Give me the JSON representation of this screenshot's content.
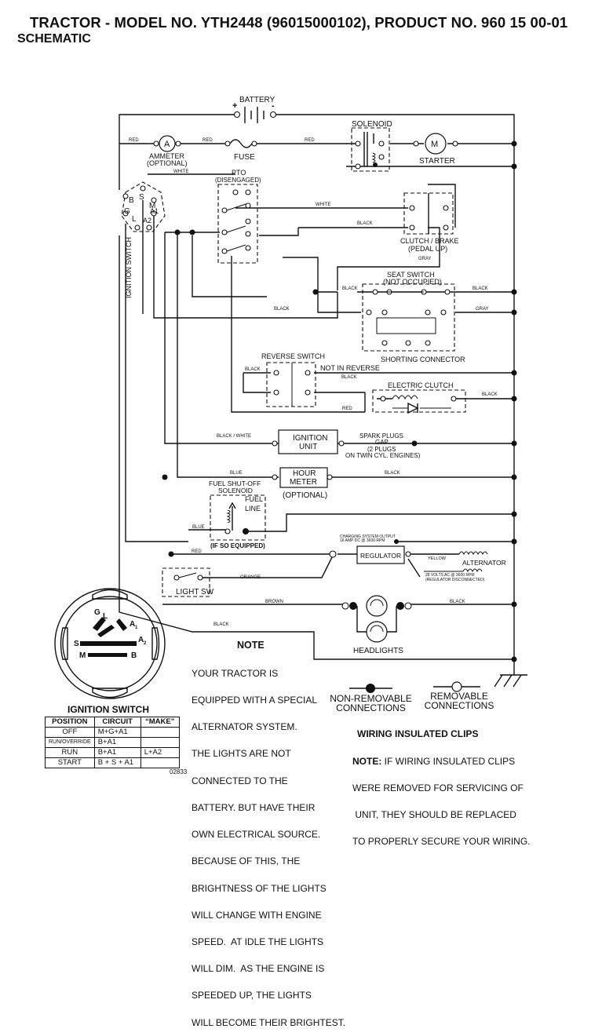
{
  "header": {
    "title": "TRACTOR - MODEL NO. YTH2448 (96015000102), PRODUCT NO. 960 15 00-01",
    "subtitle": "SCHEMATIC"
  },
  "labels": {
    "battery": "BATTERY",
    "plus": "+",
    "minus": "-",
    "solenoid": "SOLENOID",
    "starter": "STARTER",
    "motor": "M",
    "ammeter_symbol": "A",
    "ammeter": "AMMETER",
    "ammeter_optional": "(OPTIONAL)",
    "fuse": "FUSE",
    "pto": "PTO",
    "pto_state": "(DISENGAGED)",
    "ignition_switch": "IGNITION SWITCH",
    "term_b": "B",
    "term_s": "S",
    "term_m": "M",
    "term_g": "G",
    "term_l": "L",
    "term_a1": "A1",
    "term_a2": "A2",
    "clutch_brake": "CLUTCH / BRAKE",
    "clutch_brake_state": "(PEDAL UP)",
    "seat_switch": "SEAT SWITCH",
    "seat_switch_state": "(NOT OCCUPIED)",
    "shorting_connector": "SHORTING CONNECTOR",
    "reverse_switch": "REVERSE SWITCH",
    "not_in_reverse": "NOT IN REVERSE",
    "electric_clutch": "ELECTRIC CLUTCH",
    "ignition_unit_1": "IGNITION",
    "ignition_unit_2": "UNIT",
    "spark_1": "SPARK PLUGS",
    "spark_2": "GAP",
    "spark_3": "(2 PLUGS",
    "spark_4": "ON TWIN CYL. ENGINES)",
    "hour_meter_1": "HOUR",
    "hour_meter_2": "METER",
    "hour_meter_optional": "(OPTIONAL)",
    "fuel_shutoff_1": "FUEL SHUT-OFF",
    "fuel_shutoff_2": "SOLENOID",
    "fuel_line_1": "FUEL",
    "fuel_line_2": "LINE",
    "if_so_equipped": "(IF SO EQUIPPED)",
    "charging_1": "CHARGING SYSTEM OUTPUT",
    "charging_2": "16 AMP DC @ 3600 RPM",
    "regulator": "REGULATOR",
    "alternator": "ALTERNATOR",
    "alt_1": "28 VOLTS AC @ 3600 RPM",
    "alt_2": "(REGULATOR DISCONNECTED)",
    "light_sw": "LIGHT SW",
    "headlights": "HEADLIGHTS",
    "wires": {
      "red": "RED",
      "white": "WHITE",
      "black": "BLACK",
      "gray": "GRAY",
      "black_white": "BLACK / WHITE",
      "blue": "BLUE",
      "orange": "ORANGE",
      "brown": "BROWN",
      "yellow": "YELLOW"
    }
  },
  "ignition_inset": {
    "g": "G",
    "l": "L",
    "a1": "A",
    "a1_sub": "1",
    "a2": "A",
    "a2_sub": "2",
    "s": "S",
    "b": "B",
    "m": "M"
  },
  "ignition_table": {
    "title": "IGNITION SWITCH",
    "headers": [
      "POSITION",
      "CIRCUIT",
      "“MAKE”"
    ],
    "rows": [
      [
        "OFF",
        "M+G+A1",
        ""
      ],
      [
        "RUN/OVERRIDE",
        "B+A1",
        ""
      ],
      [
        "RUN",
        "B+A1",
        "L+A2"
      ],
      [
        "START",
        "B + S + A1",
        ""
      ]
    ]
  },
  "code": "02833",
  "note": {
    "title": "NOTE",
    "lines": [
      "YOUR TRACTOR IS",
      "EQUIPPED WITH A SPECIAL",
      "ALTERNATOR SYSTEM.",
      "THE LIGHTS ARE NOT",
      "CONNECTED TO THE",
      "BATTERY. BUT HAVE THEIR",
      "OWN ELECTRICAL SOURCE.",
      "BECAUSE OF THIS, THE",
      "BRIGHTNESS OF THE LIGHTS",
      "WILL CHANGE WITH ENGINE",
      "SPEED.  AT IDLE THE LIGHTS",
      "WILL DIM.  AS THE ENGINE IS",
      "SPEEDED UP, THE LIGHTS",
      "WILL BECOME THEIR BRIGHTEST."
    ]
  },
  "legend": {
    "non_removable_1": "NON-REMOVABLE",
    "non_removable_2": "CONNECTIONS",
    "removable_1": "REMOVABLE",
    "removable_2": "CONNECTIONS"
  },
  "wiring_clips": {
    "title": "WIRING INSULATED CLIPS",
    "note_label": "NOTE:",
    "lines": [
      " IF WIRING INSULATED CLIPS",
      "WERE REMOVED FOR SERVICING OF",
      " UNIT, THEY SHOULD BE REPLACED",
      "TO PROPERLY SECURE YOUR WIRING."
    ]
  }
}
